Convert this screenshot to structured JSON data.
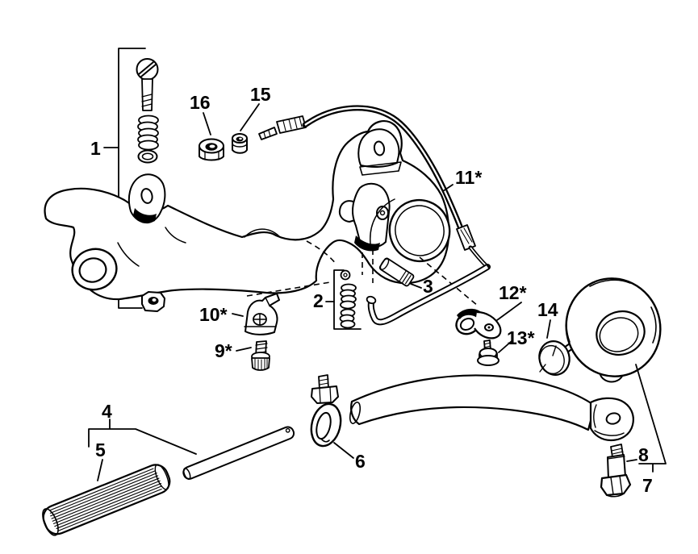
{
  "diagram": {
    "type": "exploded-parts-diagram",
    "background_color": "#ffffff",
    "line_color": "#000000",
    "label_color": "#000000",
    "callouts": {
      "c1": "1",
      "c2": "2",
      "c3": "3",
      "c4": "4",
      "c5": "5",
      "c6": "6",
      "c7": "7",
      "c8": "8",
      "c9": "9*",
      "c10": "10*",
      "c11": "11*",
      "c12": "12*",
      "c13": "13*",
      "c14": "14",
      "c15": "15",
      "c16": "16"
    }
  }
}
